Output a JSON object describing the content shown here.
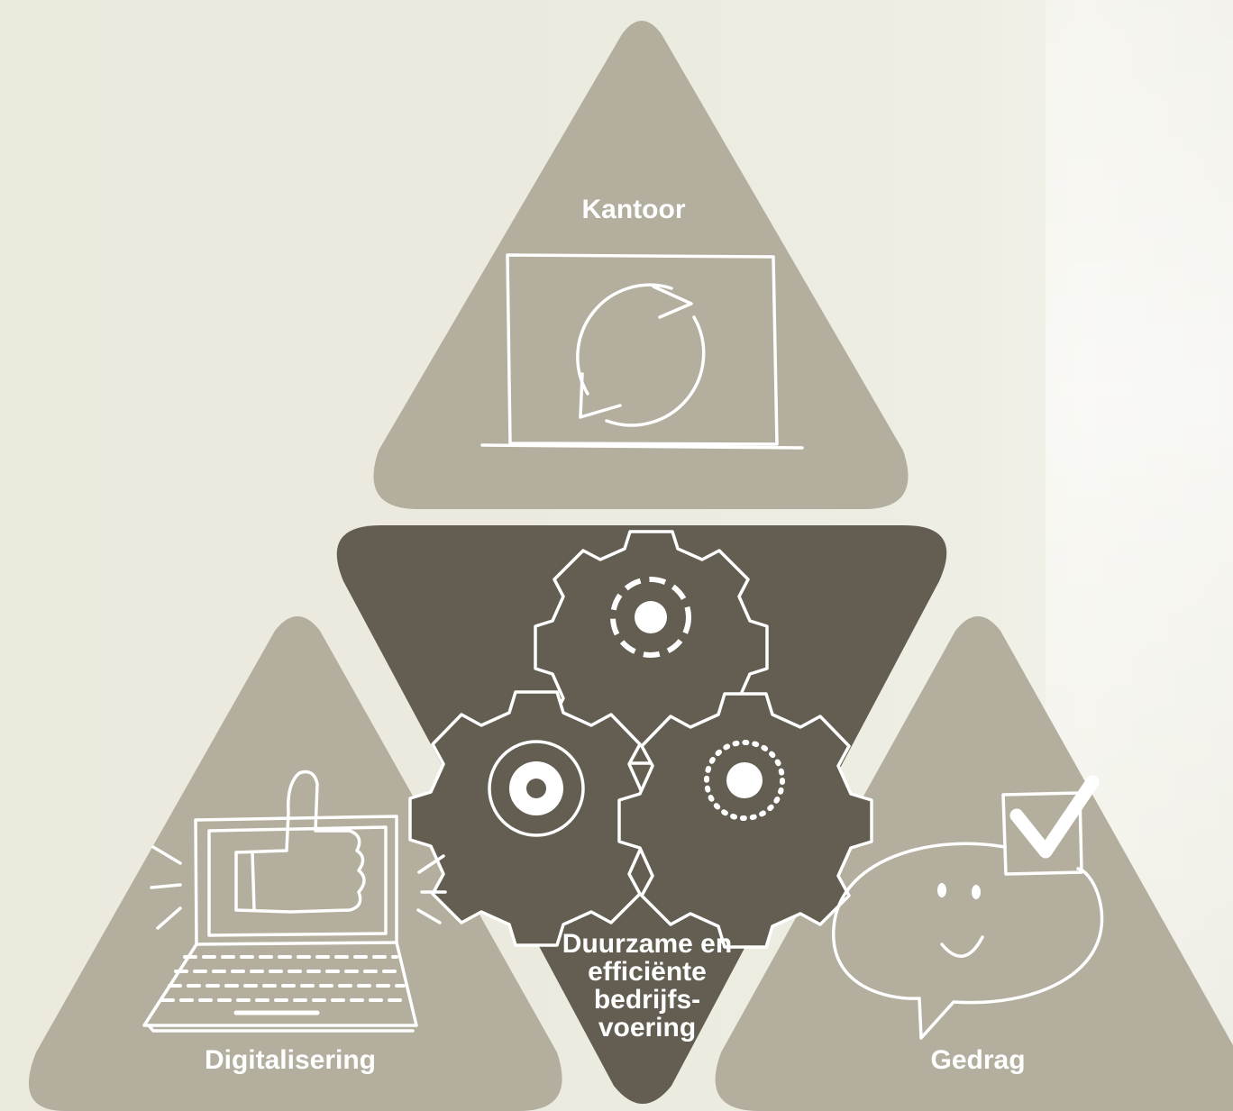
{
  "colors": {
    "background": "#ecebe0",
    "outer_triangle": "#b3ae9e",
    "center_triangle": "#635e51",
    "lines": "#ffffff"
  },
  "segments": {
    "top": {
      "label": "Kantoor",
      "icon": "refresh-screen-icon"
    },
    "left": {
      "label": "Digitalisering",
      "icon": "laptop-thumbs-up-icon"
    },
    "right": {
      "label": "Gedrag",
      "icon": "smiley-speech-checkbox-icon"
    },
    "center": {
      "label": "Duurzame en\nefficiënte\nbedrijfs-\nvoering",
      "icon": "gears-icon"
    }
  }
}
